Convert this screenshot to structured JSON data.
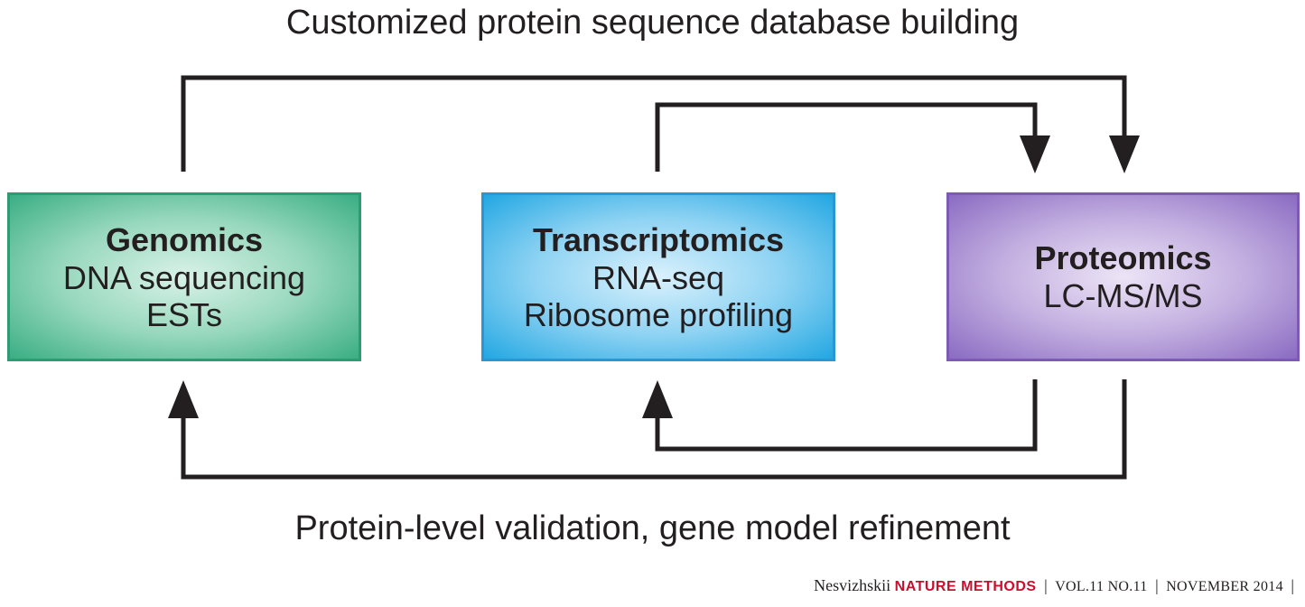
{
  "captions": {
    "top": "Customized protein sequence database building",
    "bottom": "Protein-level validation, gene model refinement"
  },
  "boxes": {
    "genomics": {
      "title": "Genomics",
      "lines": [
        "DNA sequencing",
        "ESTs"
      ],
      "border_color": "#2e9c73",
      "fill_color": "#98d8be"
    },
    "transcriptomics": {
      "title": "Transcriptomics",
      "lines": [
        "RNA-seq",
        "Ribosome profiling"
      ],
      "border_color": "#2a97d2",
      "fill_color": "#8fd3f3"
    },
    "proteomics": {
      "title": "Proteomics",
      "lines": [
        "LC-MS/MS"
      ],
      "border_color": "#7d5ab5",
      "fill_color": "#c3afe0"
    }
  },
  "citation": {
    "author": "Nesvizhskii",
    "journal": "NATURE METHODS",
    "separator": "|",
    "volume": "VOL.11 NO.11",
    "date": "NOVEMBER 2014"
  },
  "colors": {
    "arrow": "#231f20",
    "journal": "#c8102e"
  }
}
